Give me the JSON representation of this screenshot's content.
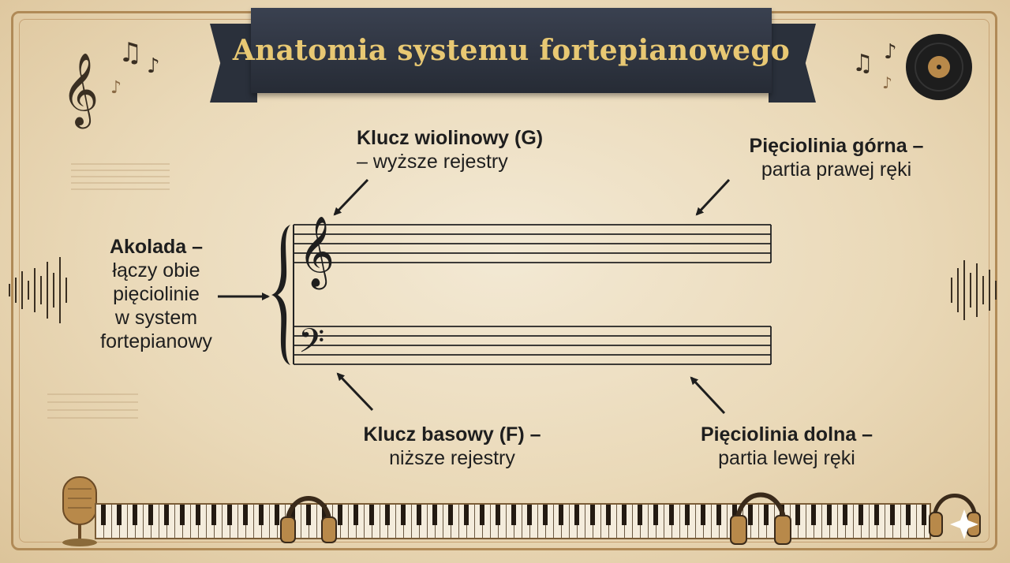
{
  "title": "Anatomia systemu fortepianowego",
  "labels": {
    "treble_clef": {
      "strong": "Klucz wiolinowy (G)",
      "sub": "– wyższe rejestry"
    },
    "upper_staff": {
      "strong": "Pięciolinia górna –",
      "sub": "partia prawej ręki"
    },
    "brace": {
      "strong": "Akolada –",
      "lines": [
        "łączy obie",
        "pięciolinie",
        "w system",
        "fortepianowy"
      ]
    },
    "bass_clef": {
      "strong": "Klucz basowy (F) –",
      "sub": "niższe rejestry"
    },
    "lower_staff": {
      "strong": "Pięciolinia dolna –",
      "sub": "partia lewej ręki"
    }
  },
  "colors": {
    "banner": "#2f3541",
    "title": "#e8c873",
    "frame": "#b08a57",
    "ink": "#1e1e1e"
  },
  "icons": [
    "treble-clef-icon",
    "bass-clef-icon",
    "brace-icon",
    "piano-keyboard-icon",
    "microphone-icon",
    "headphones-icon",
    "vinyl-record-icon",
    "music-notes-icon"
  ]
}
